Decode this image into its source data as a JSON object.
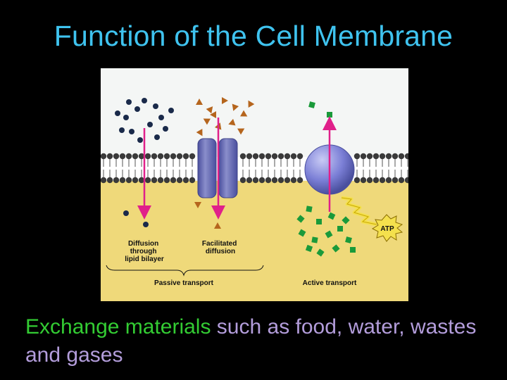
{
  "title": "Function of the Cell Membrane",
  "diagram": {
    "labels": {
      "diffusion": [
        "Diffusion",
        "through",
        "lipid bilayer"
      ],
      "facilitated": [
        "Facilitated",
        "diffusion"
      ],
      "passive": "Passive transport",
      "active": "Active transport",
      "atp": "ATP"
    },
    "colors": {
      "background_top": "#f4f6f5",
      "background_bottom": "#efd97a",
      "arrow": "#e0208a",
      "channel": "#6a70b8",
      "pump": "#7b7fd6",
      "dot": "#1a2a4a",
      "triangle": "#b5651d",
      "square": "#1a9a3a",
      "energy": "#f4e04d"
    }
  },
  "caption": {
    "highlight": "Exchange materials",
    "rest": " such as food, water, wastes and gases"
  }
}
